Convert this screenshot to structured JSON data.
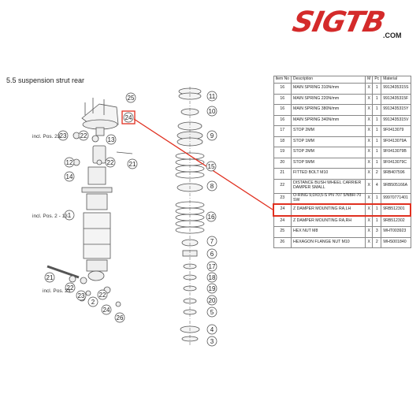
{
  "brand": {
    "logo_text": "SIGTB",
    "logo_sub": ".COM",
    "color": "#d42a2a"
  },
  "section": {
    "title": "5.5  suspension strut rear"
  },
  "highlight_color": "#e03020",
  "diagram": {
    "callouts_left": [
      "25",
      "24",
      "23",
      "22",
      "13",
      "12",
      "22",
      "21",
      "14",
      "1",
      "21",
      "22",
      "22",
      "23",
      "2",
      "24",
      "26"
    ],
    "callouts_right": [
      "11",
      "10",
      "9",
      "15",
      "8",
      "16",
      "7",
      "6",
      "17",
      "18",
      "19",
      "20",
      "5",
      "4",
      "3"
    ],
    "incl_labels": [
      "incl. Pos. 23",
      "incl. Pos. 2 - 13",
      "incl. Pos. 23"
    ]
  },
  "table": {
    "headers": [
      "Item No",
      "Description",
      "M",
      "Pc",
      "Material"
    ],
    "rows": [
      {
        "no": "16",
        "desc": "MAIN SPRING 310N/mm",
        "m": "X",
        "pc": "1",
        "mat": "9913435315S"
      },
      {
        "no": "16",
        "desc": "MAIN SPRING 220N/mm",
        "m": "X",
        "pc": "1",
        "mat": "9913435315F"
      },
      {
        "no": "16",
        "desc": "MAIN SPRING 380N/mm",
        "m": "X",
        "pc": "1",
        "mat": "9913435315Y"
      },
      {
        "no": "16",
        "desc": "MAIN SPRING 340N/mm",
        "m": "X",
        "pc": "1",
        "mat": "9913435315V"
      },
      {
        "no": "17",
        "desc": "STOP 2MM",
        "m": "X",
        "pc": "1",
        "mat": "9F0413079"
      },
      {
        "no": "18",
        "desc": "STOP 1MM",
        "m": "X",
        "pc": "1",
        "mat": "9F0413079A"
      },
      {
        "no": "19",
        "desc": "STOP 2MM",
        "m": "X",
        "pc": "1",
        "mat": "9F0413079B"
      },
      {
        "no": "20",
        "desc": "STOP 5MM",
        "m": "X",
        "pc": "1",
        "mat": "9F0413079C"
      },
      {
        "no": "21",
        "desc": "FITTED BOLT M10",
        "m": "X",
        "pc": "2",
        "mat": "9RB407596"
      },
      {
        "no": "22",
        "desc": "DISTANCE BUSH WHEEL CARRIER DAMPER SMALL",
        "m": "X",
        "pc": "4",
        "mat": "9RB505166A"
      },
      {
        "no": "23",
        "desc": "O-RING 9,0X0,5-S PN 707 5/NBR-70 SW",
        "m": "X",
        "pc": "1",
        "mat": "99970771401"
      },
      {
        "no": "24",
        "desc": "Z DAMPER MOUNTING RA,LH",
        "m": "X",
        "pc": "1",
        "mat": "9RB512301"
      },
      {
        "no": "24",
        "desc": "Z DAMPER MOUNTING RA,RH",
        "m": "X",
        "pc": "1",
        "mat": "9RB512302"
      },
      {
        "no": "25",
        "desc": "HEX NUT M8",
        "m": "X",
        "pc": "3",
        "mat": "WHT003923"
      },
      {
        "no": "26",
        "desc": "HEXAGON FLANGE NUT M10",
        "m": "X",
        "pc": "2",
        "mat": "WHS001840"
      }
    ]
  }
}
